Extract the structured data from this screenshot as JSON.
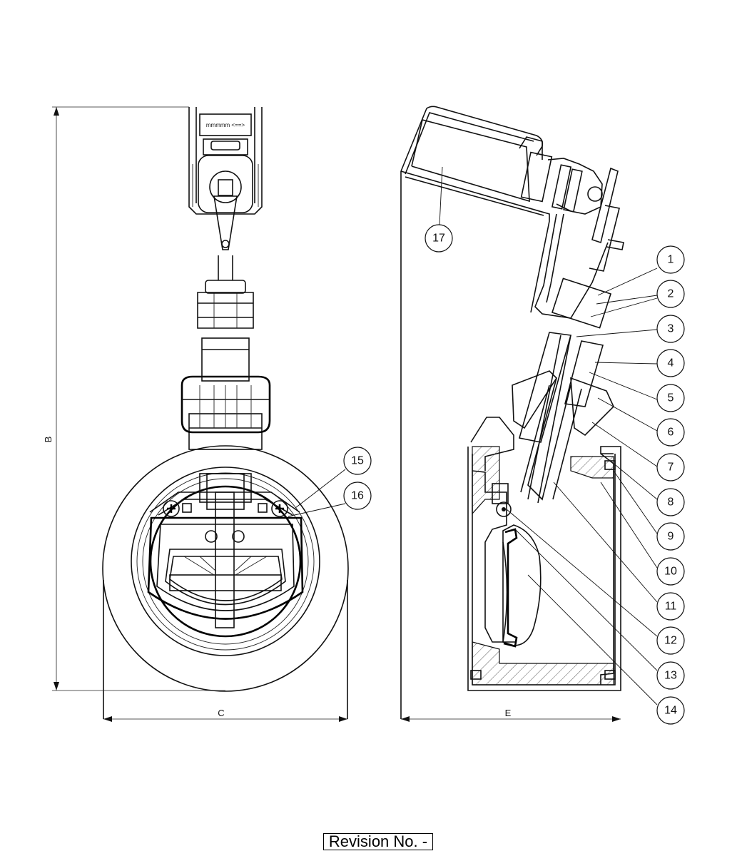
{
  "dimensions": {
    "height_label": "B",
    "width_label": "C",
    "length_label": "E"
  },
  "balloons": [
    "1",
    "2",
    "3",
    "4",
    "5",
    "6",
    "7",
    "8",
    "9",
    "10",
    "11",
    "12",
    "13",
    "14",
    "15",
    "16",
    "17"
  ],
  "revision_label": "Revision No. -",
  "nameplate_text": "mmmmm <==>"
}
